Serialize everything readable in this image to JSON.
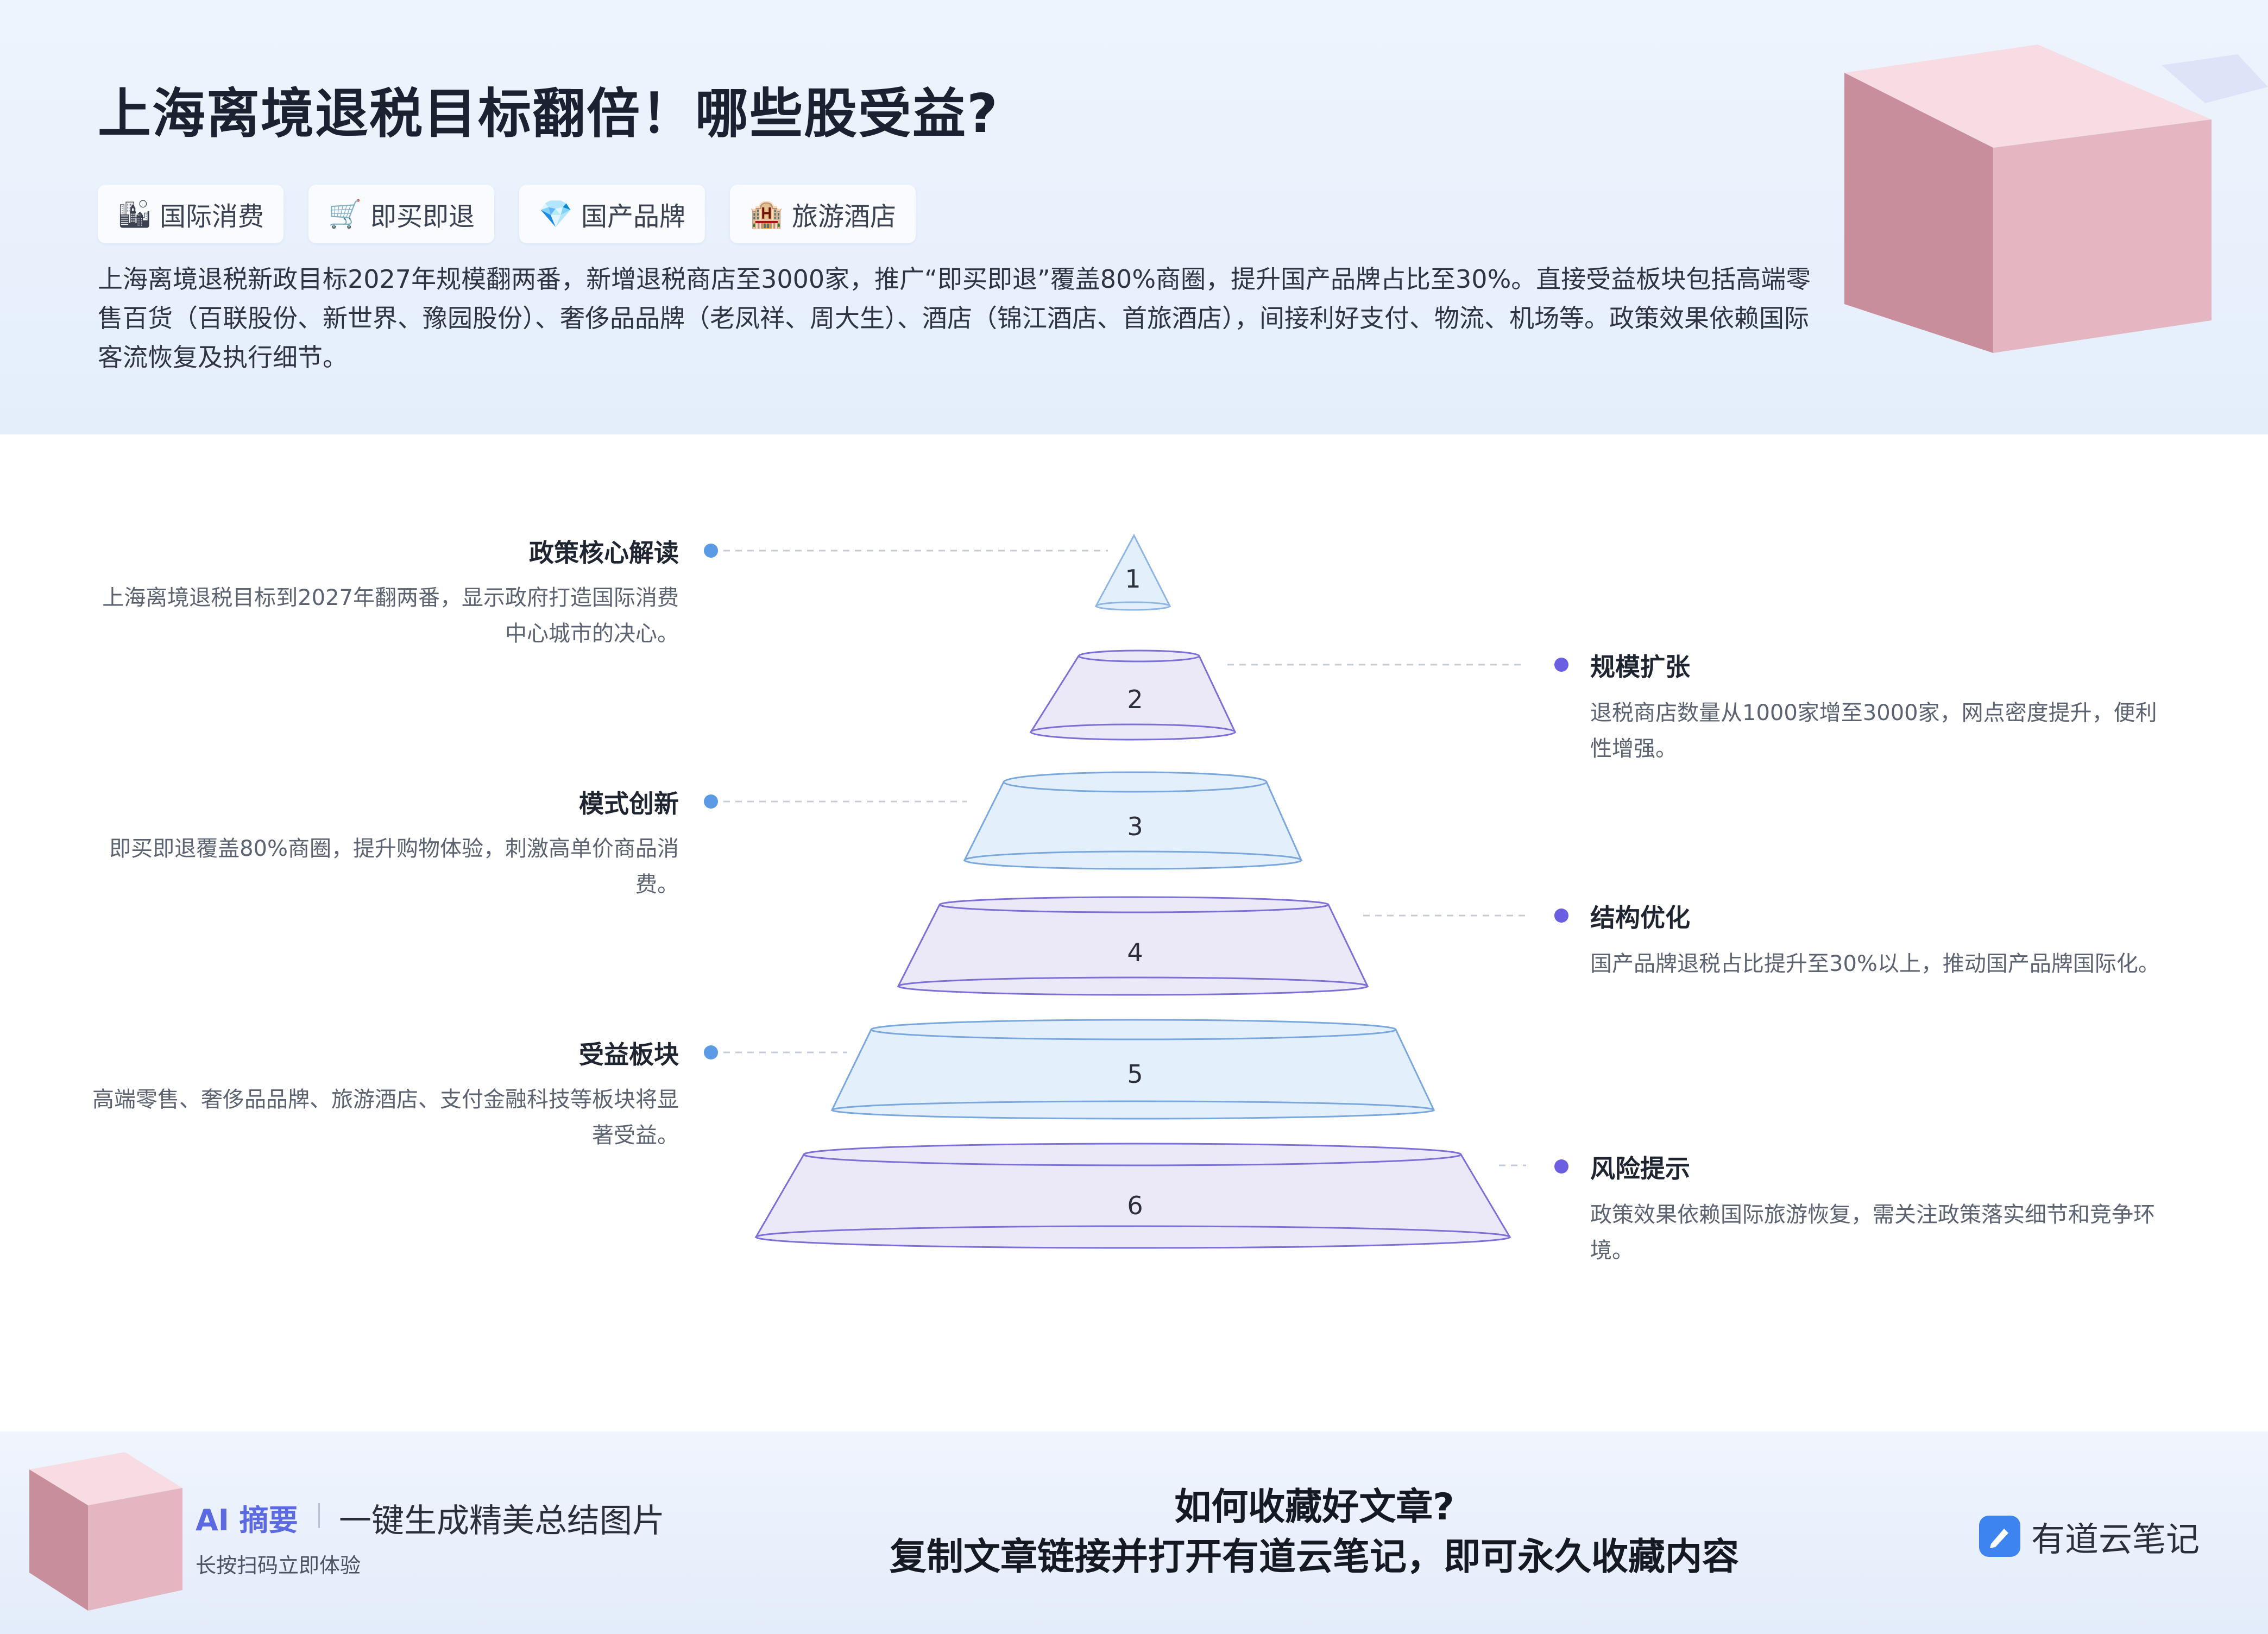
{
  "header": {
    "title": "上海离境退税目标翻倍！哪些股受益?",
    "tags": [
      {
        "icon": "city-icon",
        "glyph": "🏙",
        "label": "国际消费"
      },
      {
        "icon": "cart-icon",
        "glyph": "🛒",
        "label": "即买即退"
      },
      {
        "icon": "gem-icon",
        "glyph": "💎",
        "label": "国产品牌"
      },
      {
        "icon": "hotel-icon",
        "glyph": "🏨",
        "label": "旅游酒店"
      }
    ],
    "summary": "上海离境退税新政目标2027年规模翻两番，新增退税商店至3000家，推广“即买即退”覆盖80%商圈，提升国产品牌占比至30%。直接受益板块包括高端零售百货（百联股份、新世界、豫园股份）、奢侈品品牌（老凤祥、周大生）、酒店（锦江酒店、首旅酒店），间接利好支付、物流、机场等。政策效果依赖国际客流恢复及执行细节。"
  },
  "diagram": {
    "levels": [
      "1",
      "2",
      "3",
      "4",
      "5",
      "6"
    ],
    "left_points": [
      {
        "title": "政策核心解读",
        "desc": "上海离境退税目标到2027年翻两番，显示政府打造国际消费中心城市的决心。"
      },
      {
        "title": "模式创新",
        "desc": "即买即退覆盖80%商圈，提升购物体验，刺激高单价商品消费。"
      },
      {
        "title": "受益板块",
        "desc": "高端零售、奢侈品品牌、旅游酒店、支付金融科技等板块将显著受益。"
      }
    ],
    "right_points": [
      {
        "title": "规模扩张",
        "desc": "退税商店数量从1000家增至3000家，网点密度提升，便利性增强。"
      },
      {
        "title": "结构优化",
        "desc": "国产品牌退税占比提升至30%以上，推动国产品牌国际化。"
      },
      {
        "title": "风险提示",
        "desc": "政策效果依赖国际旅游恢复，需关注政策落实细节和竞争环境。"
      }
    ],
    "colors": {
      "blue": "#5b9be6",
      "purple": "#6a5fe0",
      "level_blue_fill": "#e3f0fc",
      "level_purple_fill": "#ebe8f7"
    }
  },
  "footer": {
    "ai_label": "AI 摘要",
    "ai_slogan": "一键生成精美总结图片",
    "ai_sub": "长按扫码立即体验",
    "center_line1": "如何收藏好文章?",
    "center_line2": "复制文章链接并打开有道云笔记，即可永久收藏内容",
    "brand": "有道云笔记"
  }
}
